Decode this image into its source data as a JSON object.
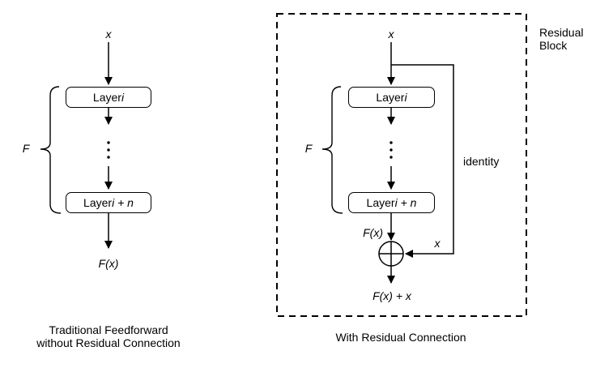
{
  "left_diagram": {
    "input_label": "x",
    "brace_label": "F",
    "layer_first": {
      "prefix": "Layer ",
      "var": "i"
    },
    "layer_last": {
      "prefix": "Layer ",
      "var": "i + n"
    },
    "output_label": "F(x)",
    "caption_line1": "Traditional Feedforward",
    "caption_line2": "without Residual Connection"
  },
  "right_diagram": {
    "block_label_line1": "Residual",
    "block_label_line2": "Block",
    "input_label": "x",
    "brace_label": "F",
    "layer_first": {
      "prefix": "Layer ",
      "var": "i"
    },
    "layer_last": {
      "prefix": "Layer ",
      "var": "i + n"
    },
    "identity_label": "identity",
    "sum_input_label": "F(x)",
    "skip_label": "x",
    "output_label": "F(x) + x",
    "caption": "With Residual Connection"
  },
  "colors": {
    "stroke": "#000000",
    "background": "#ffffff"
  }
}
